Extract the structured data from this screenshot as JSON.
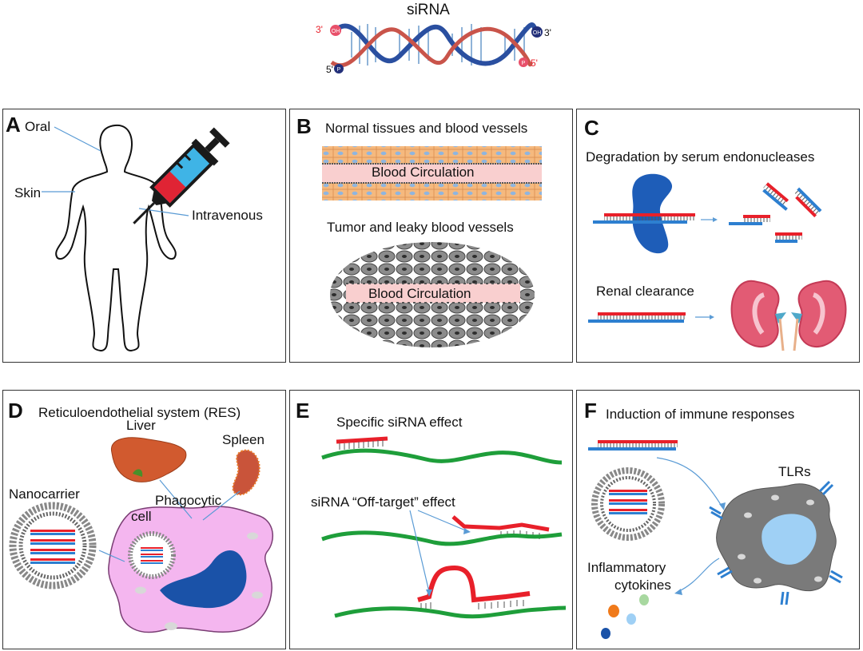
{
  "header": {
    "title": "siRNA",
    "end_3_left": "3'",
    "end_5_left": "5'",
    "end_3_right": "3'",
    "end_5_right": "5'",
    "oh_tag": "OH",
    "p_tag": "P"
  },
  "panel_a": {
    "letter": "A",
    "oral": "Oral",
    "skin": "Skin",
    "intravenous": "Intravenous"
  },
  "panel_b": {
    "letter": "B",
    "normal_title": "Normal tissues and blood vessels",
    "tumor_title": "Tumor and leaky blood vessels",
    "circulation": "Blood Circulation"
  },
  "panel_c": {
    "letter": "C",
    "degradation_title": "Degradation by serum endonucleases",
    "renal_title": "Renal clearance"
  },
  "panel_d": {
    "letter": "D",
    "title": "Reticuloendothelial system (RES)",
    "liver": "Liver",
    "spleen": "Spleen",
    "nanocarrier": "Nanocarrier",
    "phagocytic_1": "Phagocytic",
    "phagocytic_2": "cell"
  },
  "panel_e": {
    "letter": "E",
    "specific": "Specific siRNA effect",
    "off_target": "siRNA “Off-target” effect"
  },
  "panel_f": {
    "letter": "F",
    "title": "Induction of immune responses",
    "tlrs": "TLRs",
    "cytokines_1": "Inflammatory",
    "cytokines_2": "cytokines"
  },
  "colors": {
    "sense_strand": "#e8202a",
    "antisense_strand": "#2d7fd0",
    "mrna": "#1e9e3a",
    "nuclease": "#1e5db8",
    "phagocyte": "#f4b6ef",
    "immune_cell": "#777777"
  }
}
